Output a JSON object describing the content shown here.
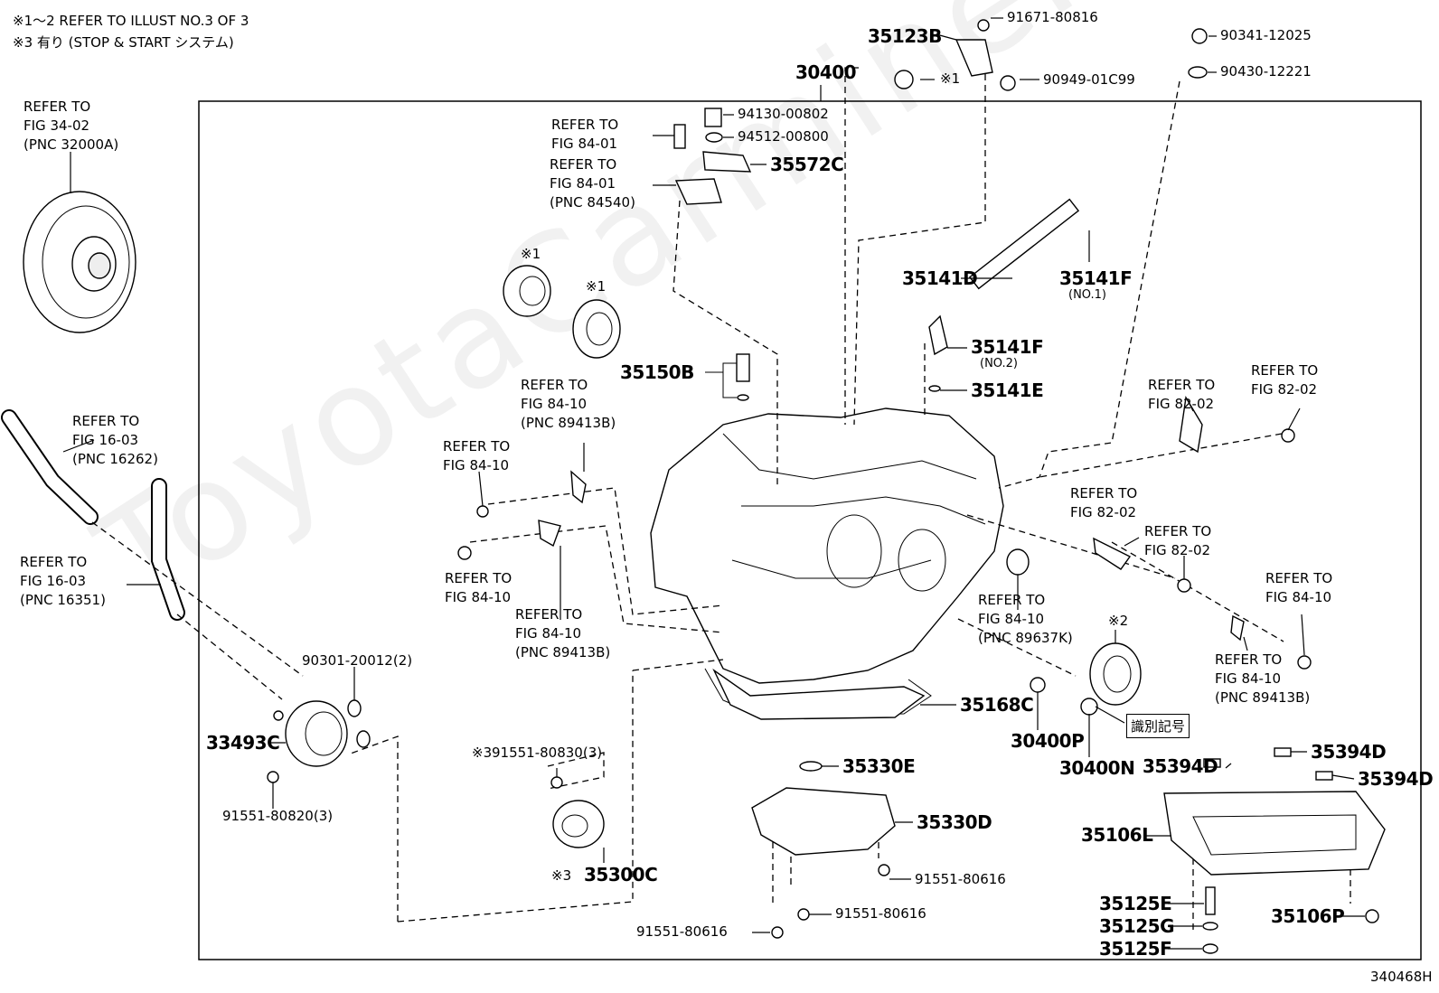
{
  "diagram_id": "340468H",
  "watermark": "ToyotaCarmine.ru",
  "notes": [
    "※1～2 REFER TO ILLUST NO.3 OF 3",
    "※3 有り (STOP & START システム)"
  ],
  "assembly_label": "30400",
  "badge": "識別記号",
  "parts": {
    "p35123B": "35123B",
    "p91671": "91671-80816",
    "p90949": "90949-01C99",
    "p90341": "90341-12025",
    "p90430": "90430-12221",
    "p94130": "94130-00802",
    "p94512": "94512-00800",
    "p35572C": "35572C",
    "p35141D": "35141D",
    "p35141F1": "35141F",
    "p35141F1_sub": "(NO.1)",
    "p35141F2": "35141F",
    "p35141F2_sub": "(NO.2)",
    "p35141E": "35141E",
    "p35150B": "35150B",
    "p90301": "90301-20012(2)",
    "p33493C": "33493C",
    "p91551_820": "91551-80820(3)",
    "p91551_830": "91551-80830(3)",
    "p35300C": "35300C",
    "p35168C": "35168C",
    "p30400P": "30400P",
    "p30400N": "30400N",
    "p35330E": "35330E",
    "p35330D": "35330D",
    "p91551_616a": "91551-80616",
    "p91551_616b": "91551-80616",
    "p91551_616c": "91551-80616",
    "p35394D_a": "35394D",
    "p35394D_b": "35394D",
    "p35394D_c": "35394D",
    "p35106L": "35106L",
    "p35125E": "35125E",
    "p35125G": "35125G",
    "p35125F": "35125F",
    "p35106P": "35106P"
  },
  "marks": {
    "m1a": "※1",
    "m1b": "※1",
    "m1c": "※1",
    "m2": "※2",
    "m3a": "※3",
    "m3b": "※3"
  },
  "refs": {
    "r_fig3402": [
      "REFER TO",
      "FIG 34-02",
      "(PNC 32000A)"
    ],
    "r_fig8401a": [
      "REFER TO",
      "FIG 84-01"
    ],
    "r_fig8401b": [
      "REFER TO",
      "FIG 84-01",
      "(PNC 84540)"
    ],
    "r_fig1603a": [
      "REFER TO",
      "FIG 16-03",
      "(PNC 16262)"
    ],
    "r_fig1603b": [
      "REFER TO",
      "FIG 16-03",
      "(PNC 16351)"
    ],
    "r_fig8410a": [
      "REFER TO",
      "FIG 84-10",
      "(PNC 89413B)"
    ],
    "r_fig8410b": [
      "REFER TO",
      "FIG 84-10"
    ],
    "r_fig8410c": [
      "REFER TO",
      "FIG 84-10"
    ],
    "r_fig8410d": [
      "REFER TO",
      "FIG 84-10",
      "(PNC 89413B)"
    ],
    "r_fig8202a": [
      "REFER TO",
      "FIG 82-02"
    ],
    "r_fig8202b": [
      "REFER TO",
      "FIG 82-02"
    ],
    "r_fig8202c": [
      "REFER TO",
      "FIG 82-02"
    ],
    "r_fig8202d": [
      "REFER TO",
      "FIG 82-02"
    ],
    "r_fig8410e": [
      "REFER TO",
      "FIG 84-10",
      "(PNC 89637K)"
    ],
    "r_fig8410f": [
      "REFER TO",
      "FIG 84-10"
    ],
    "r_fig8410g": [
      "REFER TO",
      "FIG 84-10",
      "(PNC 89413B)"
    ]
  }
}
